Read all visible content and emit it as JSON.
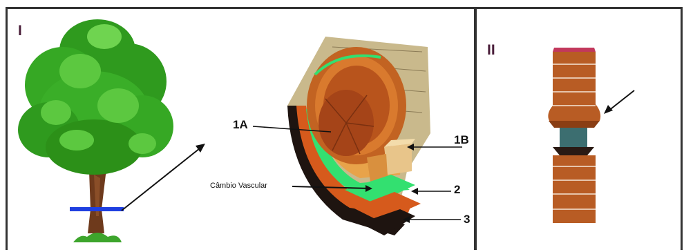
{
  "panel_1": {
    "numeral": "I",
    "labels": {
      "a1": "1A",
      "b1": "1B",
      "cambium": "Câmbio Vascular",
      "n2": "2",
      "n3": "3"
    }
  },
  "panel_2": {
    "numeral": "II"
  },
  "colors": {
    "foliage": "#2fa01f",
    "trunk": "#6e3a1c",
    "cut_line": "#1f3fe0",
    "heartwood": "#b8541c",
    "cambium": "#33e070",
    "phloem": "#d65a1c",
    "bark": "#c9b98c",
    "stem_wood": "#b85c24",
    "constriction": "#3c6e70"
  }
}
